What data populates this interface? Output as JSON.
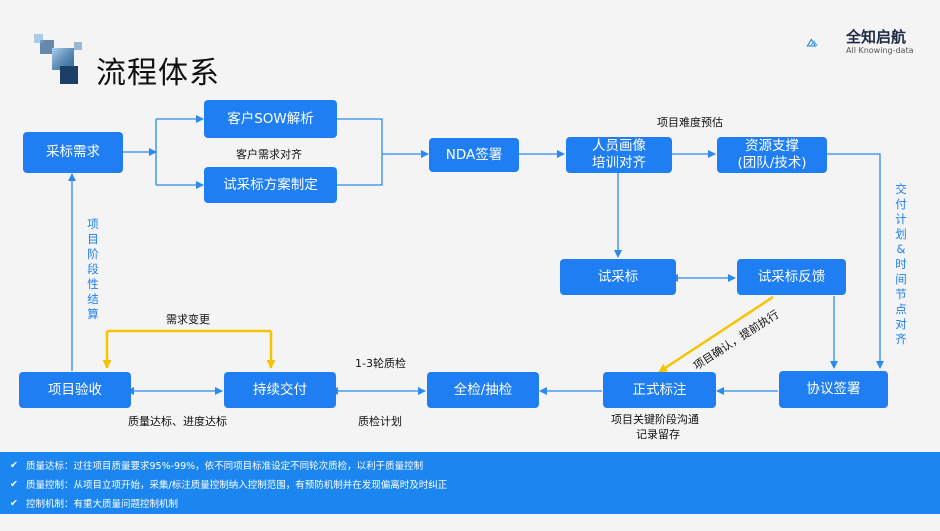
{
  "title": "流程体系",
  "logo": {
    "name": "全知启航",
    "sub": "All Knowing-data"
  },
  "nodes": {
    "caibiao_xuqiu": "采标需求",
    "sow": "客户SOW解析",
    "fangan": "试采标方案制定",
    "nda": "NDA签署",
    "renyuan": "人员画像\n培训对齐",
    "ziyuan": "资源支撑\n(团队/技术)",
    "shicaibiao": "试采标",
    "fankui": "试采标反馈",
    "xieyi": "协议签署",
    "zhengshi": "正式标注",
    "quanjian": "全检/抽检",
    "chixu": "持续交付",
    "yanshou": "项目验收"
  },
  "labels": {
    "kehu_xuqiu": "客户需求对齐",
    "nandu": "项目难度预估",
    "jiaofu": "交付计划&时间节点对齐",
    "jiesuan": "项目阶段性结算",
    "biangeng": "需求变更",
    "zhijian_lun": "1-3轮质检",
    "dabiao": "质量达标、进度达标",
    "zhijian_plan": "质检计划",
    "goutong_1": "项目关键阶段沟通",
    "goutong_2": "记录留存",
    "queren": "项目确认，提前执行"
  },
  "footer": [
    "质量达标：过往项目质量要求95%-99%，依不同项目标准设定不同轮次质检，以利于质量控制",
    "质量控制：从项目立项开始，采集/标注质量控制纳入控制范围，有预防机制并在发现偏离时及时纠正",
    "控制机制：有重大质量问题控制机制"
  ],
  "colors": {
    "box": "#1e7ef2",
    "arrow": "#2b8af0",
    "highlight": "#f5c400",
    "footer": "#1c86f0"
  }
}
